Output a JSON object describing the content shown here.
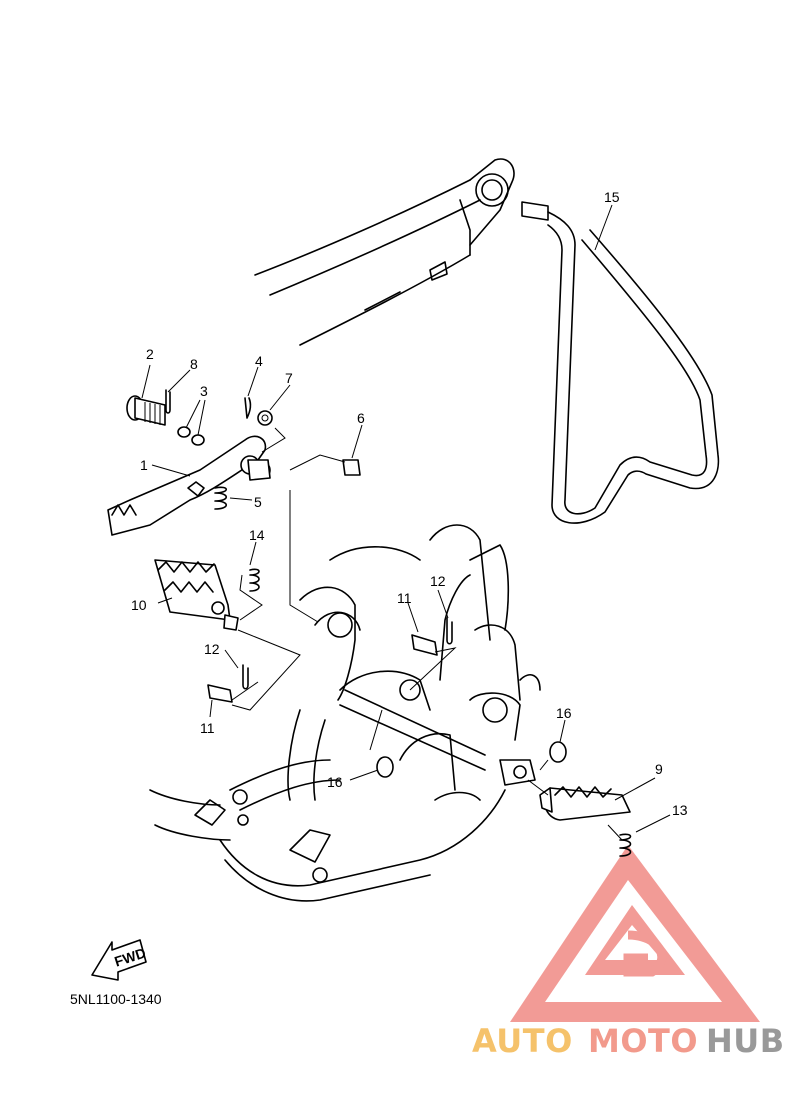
{
  "diagram": {
    "part_code": "5NL1100-1340",
    "fwd_label": "FWD",
    "callouts": [
      {
        "id": "c1",
        "text": "1"
      },
      {
        "id": "c2",
        "text": "2"
      },
      {
        "id": "c3",
        "text": "3"
      },
      {
        "id": "c4",
        "text": "4"
      },
      {
        "id": "c5",
        "text": "5"
      },
      {
        "id": "c6",
        "text": "6"
      },
      {
        "id": "c7",
        "text": "7"
      },
      {
        "id": "c8",
        "text": "8"
      },
      {
        "id": "c9",
        "text": "9"
      },
      {
        "id": "c10",
        "text": "10"
      },
      {
        "id": "c11a",
        "text": "11"
      },
      {
        "id": "c11b",
        "text": "11"
      },
      {
        "id": "c12a",
        "text": "12"
      },
      {
        "id": "c12b",
        "text": "12"
      },
      {
        "id": "c13",
        "text": "13"
      },
      {
        "id": "c14",
        "text": "14"
      },
      {
        "id": "c15",
        "text": "15"
      },
      {
        "id": "c16a",
        "text": "16"
      },
      {
        "id": "c16b",
        "text": "16"
      }
    ]
  },
  "watermark": {
    "part1": "AUTO",
    "part2": "MOTO",
    "part3": "HUB",
    "colors": {
      "auto": "#f5c26b",
      "moto": "#f29a8c",
      "hub": "#999999",
      "logo": "#f08a84"
    }
  }
}
